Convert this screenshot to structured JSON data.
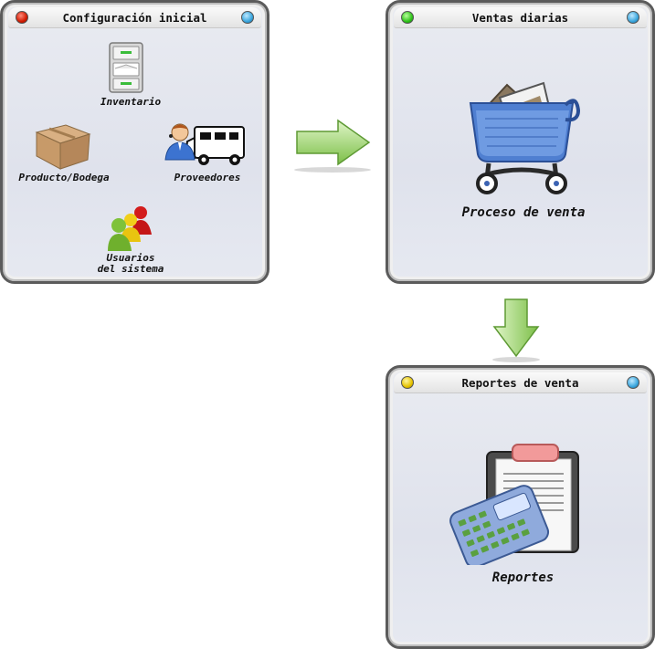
{
  "panels": {
    "config": {
      "title": "Configuración inicial",
      "items": {
        "inventario": "Inventario",
        "producto": "Producto/Bodega",
        "proveedores": "Proveedores",
        "usuarios": "Usuarios\ndel sistema"
      }
    },
    "ventas": {
      "title": "Ventas diarias",
      "items": {
        "proceso": "Proceso de venta"
      }
    },
    "reportes": {
      "title": "Reportes de venta",
      "items": {
        "reportes": "Reportes"
      }
    }
  }
}
